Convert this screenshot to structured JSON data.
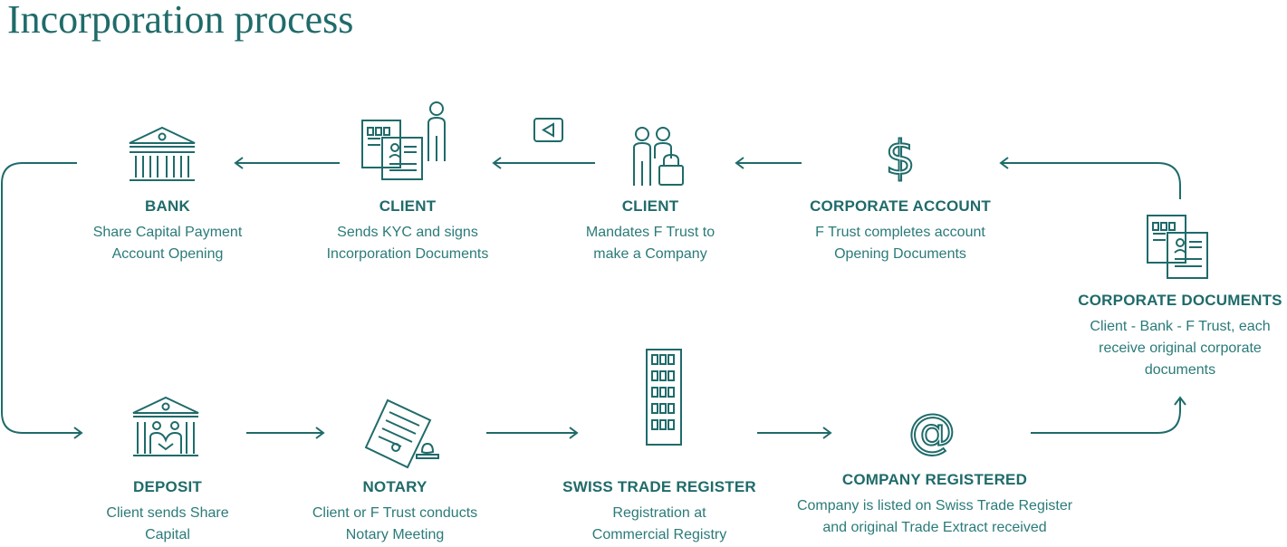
{
  "title": "Incorporation process",
  "steps": {
    "bank": {
      "title": "BANK",
      "desc": "Share Capital Payment\nAccount Opening"
    },
    "client_kyc": {
      "title": "CLIENT",
      "desc": "Sends KYC and signs\nIncorporation Documents"
    },
    "client_mandate": {
      "title": "CLIENT",
      "desc": "Mandates F Trust to\nmake a Company"
    },
    "corp_account": {
      "title": "CORPORATE ACCOUNT",
      "desc": "F Trust completes account\nOpening Documents"
    },
    "corp_docs": {
      "title": "CORPORATE DOCUMENTS",
      "desc": "Client - Bank - F Trust, each\nreceive original corporate\ndocuments"
    },
    "deposit": {
      "title": "DEPOSIT",
      "desc": "Client sends Share\nCapital"
    },
    "notary": {
      "title": "NOTARY",
      "desc": "Client or F Trust conducts\nNotary Meeting"
    },
    "register": {
      "title": "SWISS TRADE REGISTER",
      "desc": "Registration at\nCommercial Registry"
    },
    "registered": {
      "title": "COMPANY REGISTERED",
      "desc": "Company is listed on Swiss Trade Register\nand original Trade Extract received"
    }
  },
  "icons": {
    "bank": "bank-building-icon",
    "client_kyc": "documents-person-icon",
    "client_mandate": "people-lock-icon",
    "corp_account": "dollar-icon",
    "corp_docs": "documents-icon",
    "deposit": "bank-handshake-icon",
    "notary": "document-stamp-icon",
    "register": "tall-building-icon",
    "registered": "at-sign-icon",
    "back": "back-button-icon"
  },
  "colors": {
    "primary": "#1f6b6a"
  }
}
